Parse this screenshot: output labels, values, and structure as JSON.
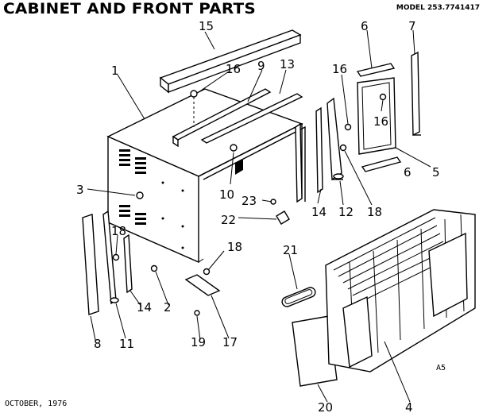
{
  "header": {
    "title": "CABINET AND FRONT PARTS",
    "model": "MODEL 253.7741417"
  },
  "footer": {
    "date": "OCTOBER, 1976",
    "sheet_code": "A5"
  },
  "callouts": {
    "c1": "1",
    "c2": "2",
    "c3": "3",
    "c4": "4",
    "c5": "5",
    "c6a": "6",
    "c6b": "6",
    "c7": "7",
    "c8": "8",
    "c9": "9",
    "c10": "10",
    "c11": "11",
    "c12": "12",
    "c13": "13",
    "c14a": "14",
    "c14b": "14",
    "c15": "15",
    "c16a": "16",
    "c16b": "16",
    "c16c": "16",
    "c17": "17",
    "c18a": "18",
    "c18b": "18",
    "c18c": "18",
    "c19": "19",
    "c20": "20",
    "c21": "21",
    "c22": "22",
    "c23": "23"
  }
}
